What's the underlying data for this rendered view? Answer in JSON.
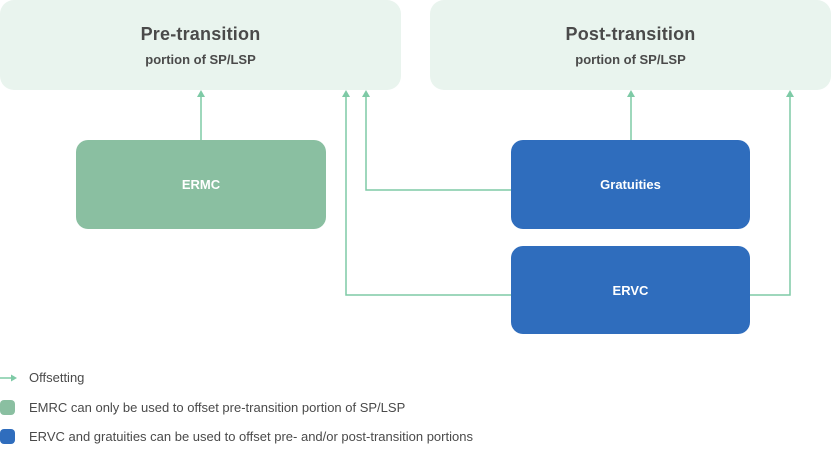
{
  "colors": {
    "top_fill": "#e9f4ee",
    "green_node": "#8abfa1",
    "blue_node": "#2f6dbd",
    "arrow": "#7ecaa6",
    "text": "#4a4a4a"
  },
  "boxes": {
    "pre": {
      "title": "Pre-transition",
      "subtitle": "portion of SP/LSP"
    },
    "post": {
      "title": "Post-transition",
      "subtitle": "portion of SP/LSP"
    }
  },
  "nodes": {
    "ermc": "ERMC",
    "gratuities": "Gratuities",
    "ervc": "ERVC"
  },
  "legend": {
    "offsetting": "Offsetting",
    "emrc": "EMRC can only be used to offset pre-transition portion of SP/LSP",
    "ervc": "ERVC and gratuities can be used to offset pre- and/or post-transition portions"
  }
}
